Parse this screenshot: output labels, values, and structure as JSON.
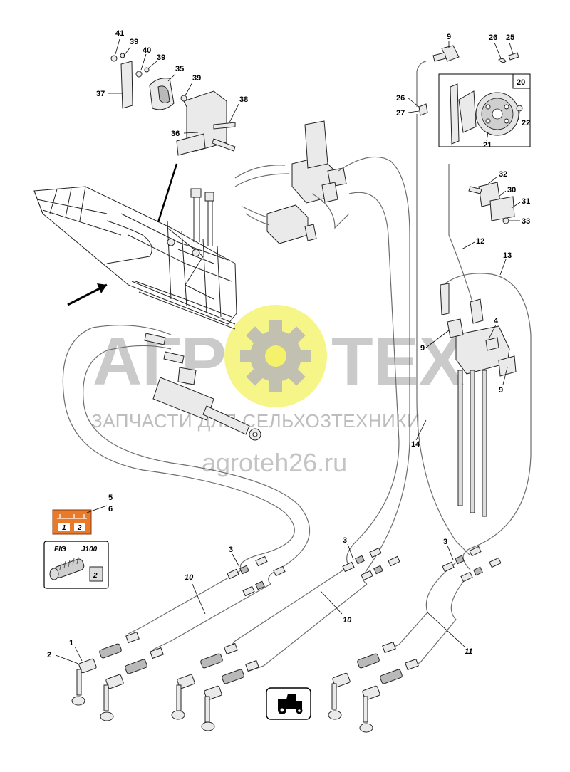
{
  "watermark": {
    "logo_left": "АГР",
    "logo_right": "ТЕХ",
    "subtitle": "ЗАПЧАСТИ ДЛЯ СЕЛЬХОЗТЕХНИКИ",
    "url": "agroteh26.ru"
  },
  "callouts": {
    "c41": "41",
    "c39a": "39",
    "c40": "40",
    "c39b": "39",
    "c35": "35",
    "c39c": "39",
    "c37": "37",
    "c38": "38",
    "c36": "36",
    "c9a": "9",
    "c26a": "26",
    "c25": "25",
    "c20": "20",
    "c26b": "26",
    "c27": "27",
    "c22": "22",
    "c21": "21",
    "c32": "32",
    "c30": "30",
    "c31": "31",
    "c33": "33",
    "c12": "12",
    "c13": "13",
    "c4": "4",
    "c9b": "9",
    "c9c": "9",
    "c14": "14",
    "c5": "5",
    "c6": "6",
    "c3a": "3",
    "c3b": "3",
    "c3c": "3",
    "c10a": "10",
    "c10b": "10",
    "c11": "11",
    "c1": "1",
    "c2": "2"
  },
  "inset_label": {
    "fig": "FIG",
    "code": "J100",
    "badge_2": "2"
  },
  "decal": {
    "left": "1",
    "right": "2"
  },
  "colors": {
    "decal_orange": "#e87a2a",
    "watermark_gear": "#f4f26a",
    "watermark_gray": "#b9b9b9"
  },
  "icons": [
    "tractor-icon",
    "gear-icon",
    "arrow-icon"
  ]
}
